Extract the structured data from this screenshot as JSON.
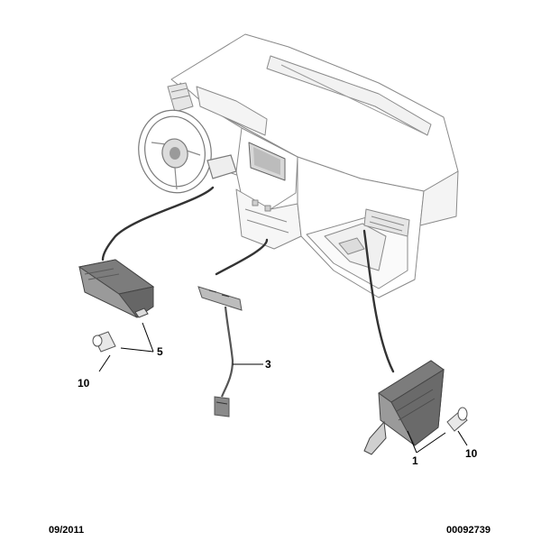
{
  "callouts": {
    "c1": "1",
    "c3": "3",
    "c5": "5",
    "c10a": "10",
    "c10b": "10"
  },
  "footer": {
    "date": "09/2011",
    "reference": "00092739"
  },
  "colors": {
    "line": "#555555",
    "part_dark": "#6b6b6b",
    "part_light": "#bdbdbd",
    "leader": "#000000"
  }
}
